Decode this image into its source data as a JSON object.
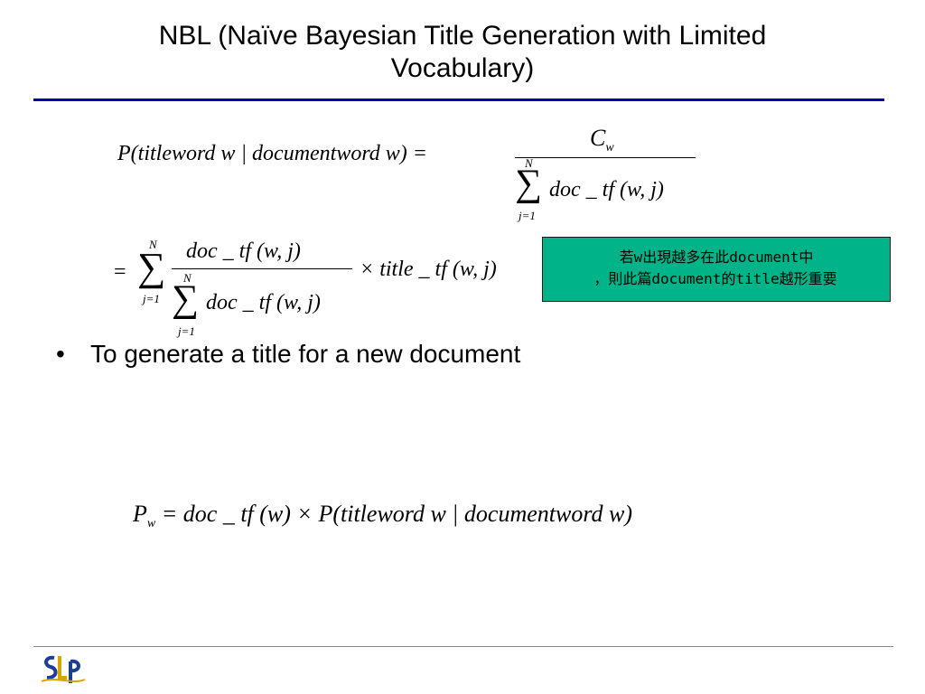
{
  "slide": {
    "title_line1": "NBL (Naïve Bayesian Title Generation with Limited",
    "title_line2": "Vocabulary)"
  },
  "formulas": {
    "lhs1": "P(titleword w | documentword w) =",
    "numerator1": "C",
    "numerator1_sub": "w",
    "sum_top": "N",
    "sum_bottom": "j=1",
    "denominator_term": "doc _ tf (w, j)",
    "eq2_prefix": "=",
    "eq2_numerator": "doc _ tf (w, j)",
    "eq2_times": "× title _ tf (w, j)",
    "eq3": "P",
    "eq3_sub": "w",
    "eq3_rhs": "= doc _ tf (w) × P(titleword w | documentword w)"
  },
  "annotation": {
    "line1": "若w出現越多在此document中",
    "line2": "，則此篇document的title越形重要"
  },
  "bullets": [
    "To generate a title for a new document"
  ],
  "colors": {
    "title_rule": "#0000a8",
    "annotation_bg": "#00b388"
  },
  "footer": {
    "logo_icon": "slp-logo-icon"
  }
}
